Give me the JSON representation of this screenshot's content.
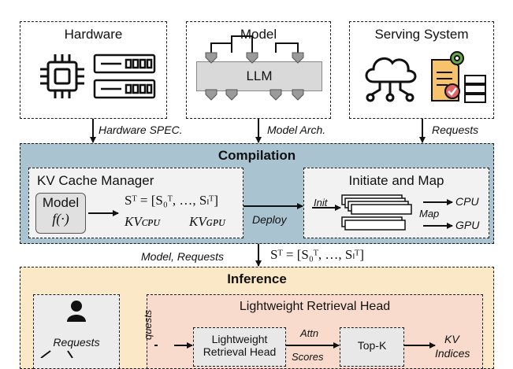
{
  "colors": {
    "compilation_bg": "#a9c3d1",
    "inference_bg": "#fbe8c6",
    "retrieval_bg": "#f8dbcc",
    "llm_block": "#d9d9d9",
    "inner_box": "#f2f2f2",
    "model_box": "#e0e0e0",
    "gear_accent": "#6aa84f",
    "doc_accent": "#f6c26b"
  },
  "top": {
    "hardware_title": "Hardware",
    "model_title": "Model",
    "llm_label": "LLM",
    "serving_title": "Serving System"
  },
  "arrows": {
    "hardware_spec": "Hardware SPEC.",
    "model_arch": "Model Arch.",
    "requests": "Requests",
    "model_requests": "Model, Requests"
  },
  "compilation": {
    "title": "Compilation",
    "kv_manager_title": "KV Cache Manager",
    "model_label": "Model",
    "model_func": "f(·)",
    "state_formula": "Sᵀ = [S₀ᵀ, …, Sₗᵀ]",
    "kv_cpu": "KVᴄᴘᴜ",
    "kv_gpu": "KVɢᴘᴜ",
    "deploy": "Deploy",
    "init_map_title": "Initiate and Map",
    "init": "Init",
    "map": "Map",
    "cpu": "CPU",
    "gpu": "GPU"
  },
  "formula_between": "Sᵀ = [S₀ᵀ, …, Sₗᵀ]",
  "inference": {
    "title": "Inference",
    "requests_label": "Requests",
    "requests_vertical": "quests",
    "retrieval_head_title": "Lightweight Retrieval Head",
    "lw_box_line1": "Lightweight",
    "lw_box_line2": "Retrieval Head",
    "attn": "Attn",
    "scores": "Scores",
    "topk": "Top-K",
    "kv_line1": "KV",
    "kv_line2": "Indices"
  }
}
